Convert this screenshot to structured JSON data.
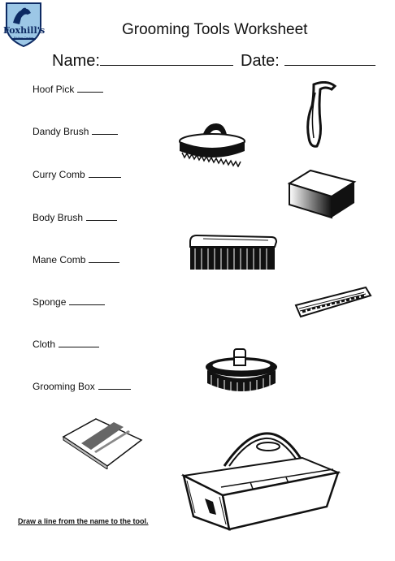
{
  "logo": {
    "name": "Foxhill's",
    "subtitle": "Riding Centre"
  },
  "title": "Grooming Tools Worksheet",
  "name_label": "Name:",
  "date_label": "Date:",
  "items": [
    {
      "label": "Hoof Pick"
    },
    {
      "label": "Dandy Brush"
    },
    {
      "label": "Curry Comb"
    },
    {
      "label": "Body Brush"
    },
    {
      "label": "Mane Comb"
    },
    {
      "label": "Sponge"
    },
    {
      "label": "Cloth"
    },
    {
      "label": "Grooming Box"
    }
  ],
  "instruction": "Draw a line from the name to the tool.",
  "colors": {
    "logo_blue": "#0d2a63",
    "logo_light": "#9cc7e6",
    "ink": "#111111"
  },
  "icons": [
    "shield-logo-icon",
    "hoof-pick-icon",
    "curry-comb-icon",
    "sponge-icon",
    "dandy-brush-icon",
    "mane-comb-icon",
    "body-brush-icon",
    "cloth-icon",
    "grooming-box-icon"
  ]
}
